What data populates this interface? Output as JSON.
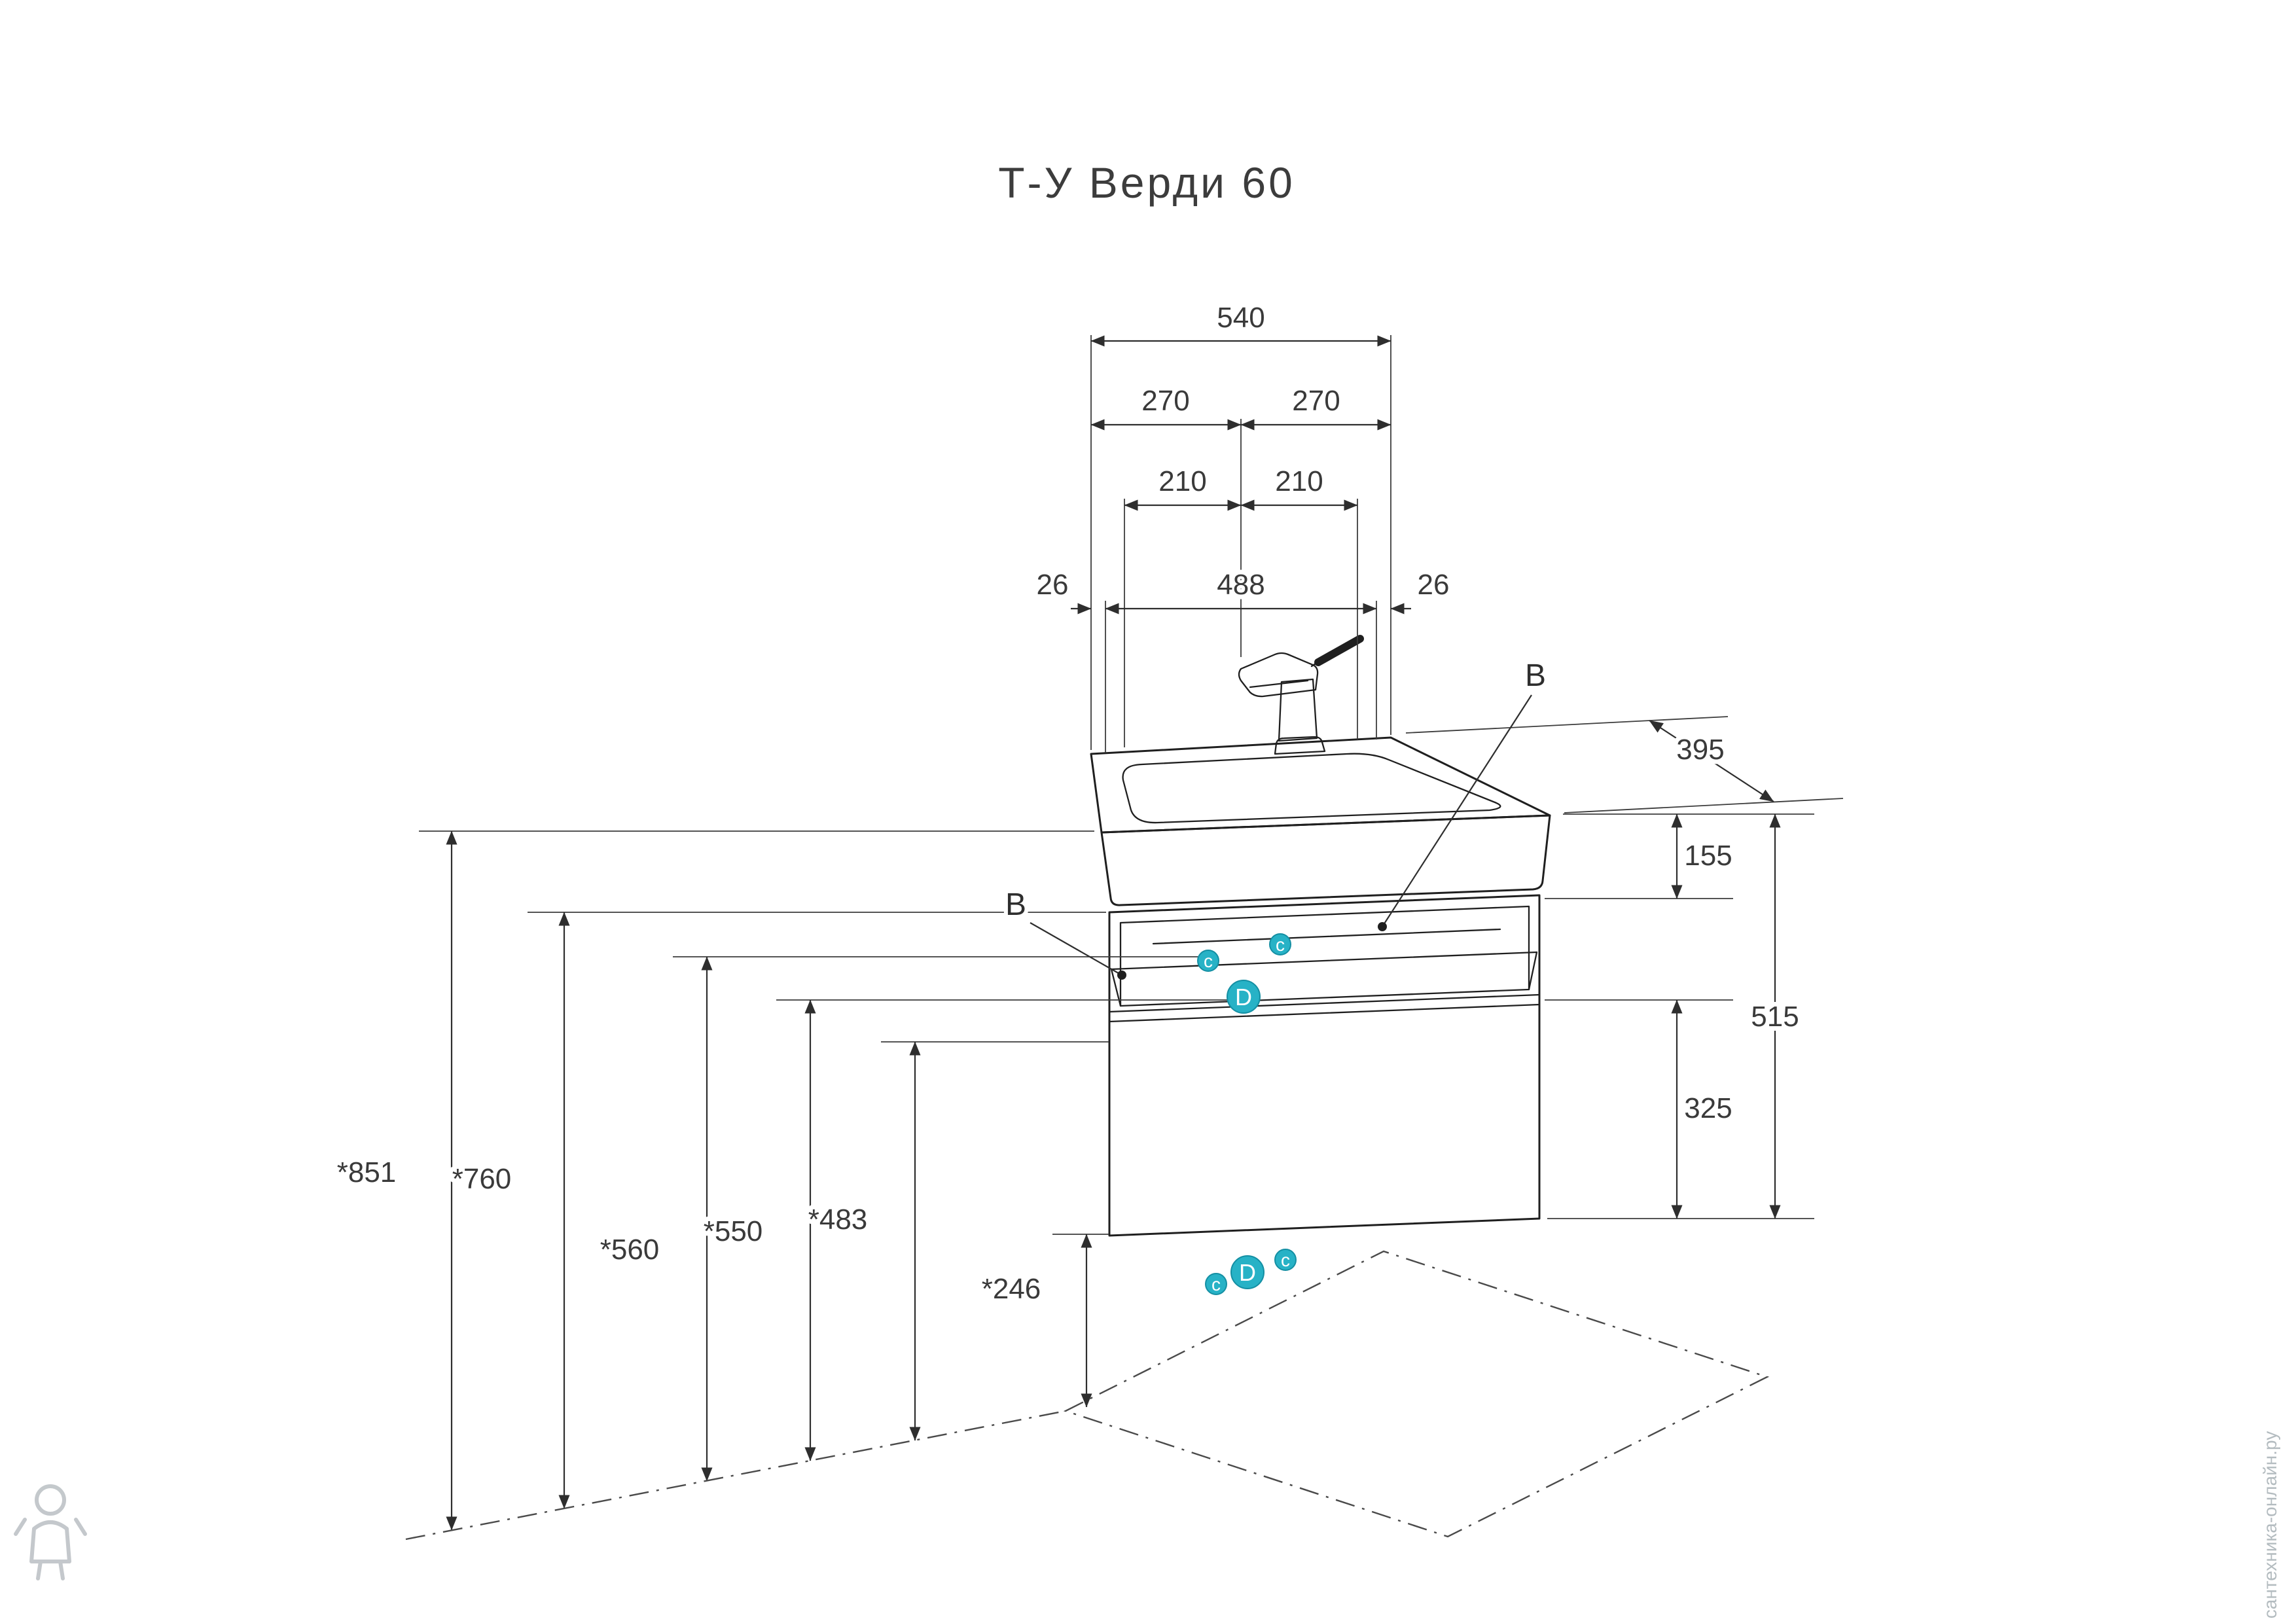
{
  "title": "Т-У Верди 60",
  "accent_color": "#27b2c6",
  "dimensions": {
    "top": {
      "overall": "540",
      "half_left": "270",
      "half_right": "270",
      "offset_left": "210",
      "offset_right": "210",
      "edge_left": "26",
      "between": "488",
      "edge_right": "26"
    },
    "side": {
      "depth": "395",
      "basin_height": "155",
      "cabinet_height": "515",
      "drawer_front": "325"
    },
    "heights": {
      "h851": "*851",
      "h760": "*760",
      "h560": "*560",
      "h550": "*550",
      "h483": "*483",
      "h246": "*246"
    }
  },
  "callouts": {
    "section": "B",
    "fastener_small": "c",
    "fastener_large": "D"
  },
  "watermark": {
    "site": "сантехника-онлайн.ру"
  }
}
